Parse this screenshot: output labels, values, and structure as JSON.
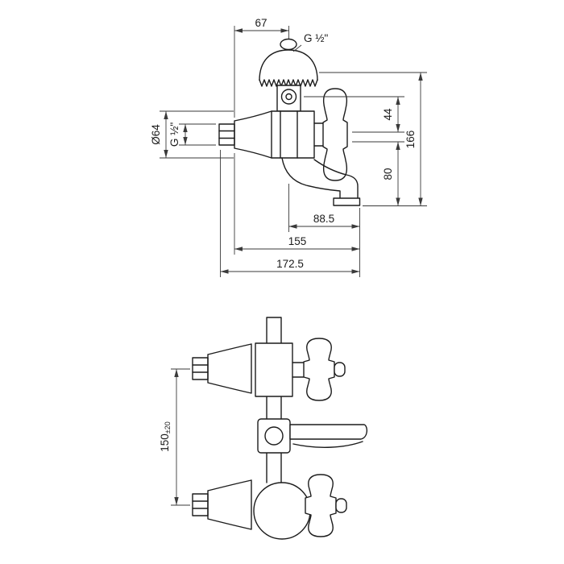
{
  "meta": {
    "background": "#ffffff",
    "line_color": "#1c1c1c",
    "drawing_type": "wall-mounted bath mixer tap, dimensioned technical drawing"
  },
  "side_view": {
    "dims": {
      "width_top": "67",
      "thread_top": "G ½\"",
      "flange_diameter": "Ø64",
      "thread_inlet": "G ½\"",
      "offset_top": "44",
      "height_total": "166",
      "spout_drop": "80",
      "spout_reach": "88.5",
      "depth_body": "155",
      "depth_total": "172.5"
    }
  },
  "front_view": {
    "dims": {
      "centers_value": "150",
      "centers_tolerance": "±20"
    }
  }
}
